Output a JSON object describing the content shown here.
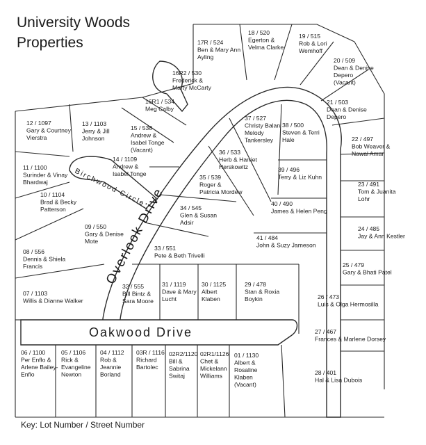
{
  "title_line1": "University Woods",
  "title_line2": "Properties",
  "key": "Key:  Lot Number / Street Number",
  "streets": {
    "overlook": "Overlook Drive",
    "oakwood": "Oakwood Drive",
    "birchwood": "Birchwood Circle"
  },
  "lots": [
    {
      "id": "17R / 524",
      "lines": [
        "Ben & Mary Ann",
        "Ayling"
      ]
    },
    {
      "id": "18 / 520",
      "lines": [
        "Egerton &",
        "Velma Clarke"
      ]
    },
    {
      "id": "19 / 515",
      "lines": [
        "Rob & Lori",
        "Wemhoff"
      ]
    },
    {
      "id": "20 / 509",
      "lines": [
        "Dean & Denise",
        "Depero",
        "(Vacant)"
      ]
    },
    {
      "id": "21 / 503",
      "lines": [
        "Dean & Denise",
        "Depero"
      ]
    },
    {
      "id": "16R2 / 530",
      "lines": [
        "Frederick &",
        "Marty McCarty"
      ]
    },
    {
      "id": "16R1 / 534",
      "lines": [
        "Meg Calby"
      ]
    },
    {
      "id": "12 / 1097",
      "lines": [
        "Gary & Courtney",
        "Vierstra"
      ]
    },
    {
      "id": "13 / 1103",
      "lines": [
        "Jerry & Jill",
        "Johnson"
      ]
    },
    {
      "id": "15 / 538",
      "lines": [
        "Andrew &",
        "Isabel Tonge",
        "(Vacant)"
      ]
    },
    {
      "id": "37 / 527",
      "lines": [
        "Christy Balan",
        "Melody",
        "Tankersley"
      ]
    },
    {
      "id": "38 / 500",
      "lines": [
        "Steven & Terri",
        "Hale"
      ]
    },
    {
      "id": "22 / 497",
      "lines": [
        "Bob Weaver &",
        "Nawal Amar"
      ]
    },
    {
      "id": "36 / 533",
      "lines": [
        "Herb & Harriet",
        "Herskowitz"
      ]
    },
    {
      "id": "11 / 1100",
      "lines": [
        "Surinder & Vinay",
        "Bhardwaj"
      ]
    },
    {
      "id": "14 / 1109",
      "lines": [
        "Andrew &",
        "Isabel Tonge"
      ]
    },
    {
      "id": "35 / 539",
      "lines": [
        "Roger &",
        "Patricia Mordew"
      ]
    },
    {
      "id": "39 / 496",
      "lines": [
        "Terry & Liz Kuhn"
      ]
    },
    {
      "id": "23 / 491",
      "lines": [
        "Tom & Juanita",
        "Lohr"
      ]
    },
    {
      "id": "10 / 1104",
      "lines": [
        "Brad & Becky",
        "Patterson"
      ]
    },
    {
      "id": "34 / 545",
      "lines": [
        "Glen & Susan",
        "Adsir"
      ]
    },
    {
      "id": "40 / 490",
      "lines": [
        "James & Helen Peng"
      ]
    },
    {
      "id": "09 / 550",
      "lines": [
        "Gary & Denise",
        "Mote"
      ]
    },
    {
      "id": "24 / 485",
      "lines": [
        "Jay & Ann Kestler"
      ]
    },
    {
      "id": "41 / 484",
      "lines": [
        "John & Suzy Jameson"
      ]
    },
    {
      "id": "33 / 551",
      "lines": [
        "Pete & Beth Trivelli"
      ]
    },
    {
      "id": "08 / 556",
      "lines": [
        "Dennis & Shiela",
        "Francis"
      ]
    },
    {
      "id": "25 / 479",
      "lines": [
        "Gary & Bhati Patel"
      ]
    },
    {
      "id": "07 / 1103",
      "lines": [
        "Willis & Dianne Walker"
      ]
    },
    {
      "id": "32 / 555",
      "lines": [
        "Bill Bintz &",
        "Sara Moore"
      ]
    },
    {
      "id": "31 / 1119",
      "lines": [
        "Dave & Mary",
        "Lucht"
      ]
    },
    {
      "id": "30 / 1125",
      "lines": [
        "Albert",
        "Klaben"
      ]
    },
    {
      "id": "29 / 478",
      "lines": [
        "Stan & Roxia",
        "Boykin"
      ]
    },
    {
      "id": "26 / 473",
      "lines": [
        "Luis & Olga Hermosilla"
      ]
    },
    {
      "id": "27 / 467",
      "lines": [
        "Frances & Marlene Dorsey"
      ]
    },
    {
      "id": "06 / 1100",
      "lines": [
        "Per Enflo &",
        "Arlene Bailey-",
        "Enflo"
      ]
    },
    {
      "id": "05 / 1106",
      "lines": [
        "Rick &",
        "Evangeline",
        "Newton"
      ]
    },
    {
      "id": "04 / 1112",
      "lines": [
        "Rob &",
        "Jeannie",
        "Borland"
      ]
    },
    {
      "id": "03R / 1116",
      "lines": [
        "Richard",
        "Bartolec"
      ]
    },
    {
      "id": "02R2/1120",
      "lines": [
        "Bill &",
        "Sabrina",
        "Switaj"
      ]
    },
    {
      "id": "02R1/1126",
      "lines": [
        "Chet &",
        "Mickelann",
        "Williams"
      ]
    },
    {
      "id": "01 / 1130",
      "lines": [
        "Albert &",
        "Rosaline",
        "Klaben",
        "(Vacant)"
      ]
    },
    {
      "id": "28 / 401",
      "lines": [
        "Hal & Lisa Dubois"
      ]
    }
  ]
}
